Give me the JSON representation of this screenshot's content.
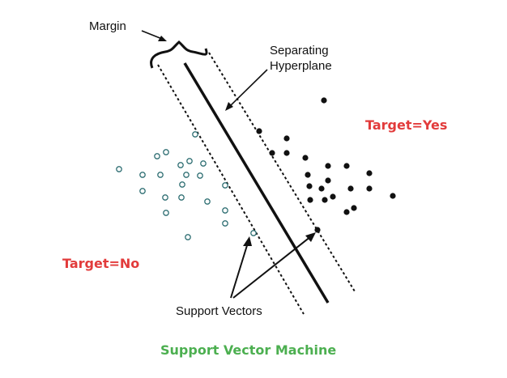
{
  "labels": {
    "margin": "Margin",
    "hyperplane_line1": "Separating",
    "hyperplane_line2": "Hyperplane",
    "target_yes": "Target=Yes",
    "target_no": "Target=No",
    "support_vectors": "Support Vectors",
    "caption": "Support Vector Machine"
  },
  "colors": {
    "target_yes": "#e23b3b",
    "target_no": "#e23b3b",
    "caption": "#4caf50",
    "open_points": "#2f6f73",
    "ink": "#111111"
  }
}
